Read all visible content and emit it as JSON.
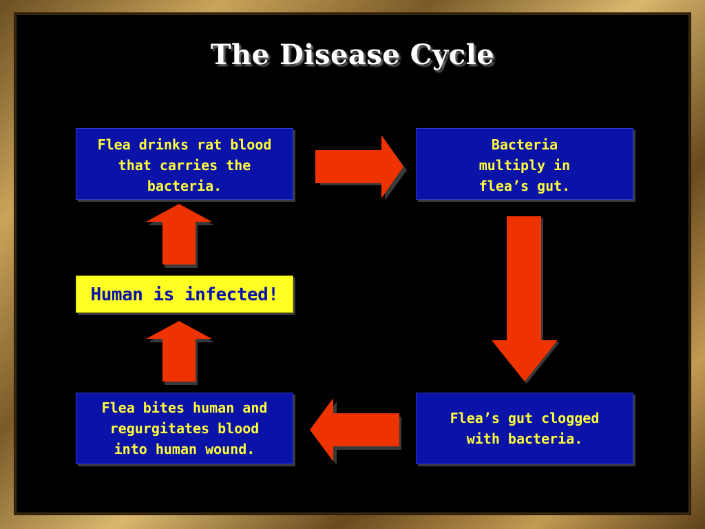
{
  "title": "The Disease Cycle",
  "steps": {
    "top_left": "Flea drinks rat blood\nthat carries the\nbacteria.",
    "top_right": "Bacteria\nmultiply in\nflea’s gut.",
    "bottom_right": "Flea’s gut clogged\nwith bacteria.",
    "bottom_left": "Flea bites human and\nregurgitates blood\ninto human wound.",
    "center_left": "Human is infected!"
  },
  "colors": {
    "box_fill": "#0a12a8",
    "box_text": "#ffff3a",
    "highlight_fill": "#ffff22",
    "highlight_text": "#0a12a8",
    "arrow_fill": "#ee3300",
    "background": "#000000"
  },
  "arrows": [
    {
      "name": "arrow-right",
      "direction": "right"
    },
    {
      "name": "arrow-down",
      "direction": "down"
    },
    {
      "name": "arrow-left",
      "direction": "left"
    },
    {
      "name": "arrow-up-lower",
      "direction": "up"
    },
    {
      "name": "arrow-up-upper",
      "direction": "up"
    }
  ]
}
